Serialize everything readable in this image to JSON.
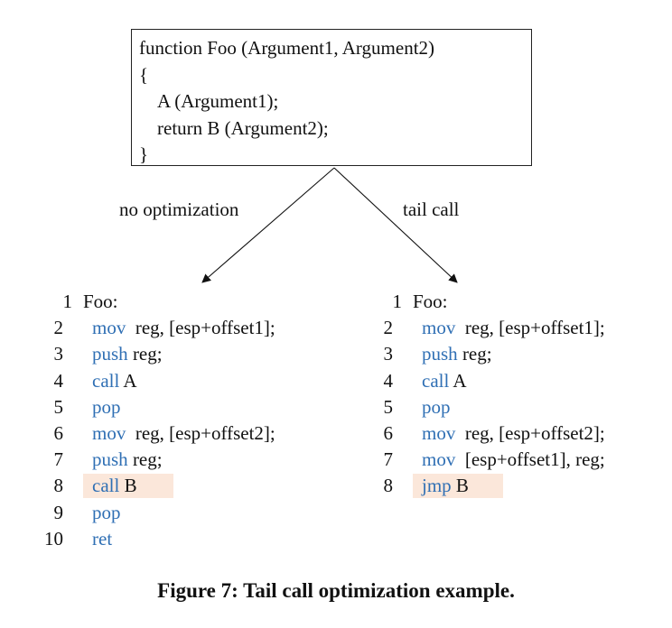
{
  "function_box": {
    "lines": [
      "function Foo (Argument1, Argument2)",
      "{",
      "A (Argument1);",
      "return B (Argument2);",
      "}"
    ]
  },
  "branches": {
    "left_label": "no optimization",
    "right_label": "tail call"
  },
  "listing_left": {
    "rows": [
      {
        "n": "1",
        "kw": "",
        "text": "Foo:",
        "highlight": false
      },
      {
        "n": "2",
        "kw": "mov",
        "text": "  reg, [esp+offset1];",
        "highlight": false
      },
      {
        "n": "3",
        "kw": "push",
        "text": " reg;",
        "highlight": false
      },
      {
        "n": "4",
        "kw": "call",
        "text": " A",
        "highlight": false
      },
      {
        "n": "5",
        "kw": "pop",
        "text": "",
        "highlight": false
      },
      {
        "n": "6",
        "kw": "mov",
        "text": "  reg, [esp+offset2];",
        "highlight": false
      },
      {
        "n": "7",
        "kw": "push",
        "text": " reg;",
        "highlight": false
      },
      {
        "n": "8",
        "kw": "call",
        "text": " B",
        "highlight": true
      },
      {
        "n": "9",
        "kw": "pop",
        "text": "",
        "highlight": false
      },
      {
        "n": "10",
        "kw": "ret",
        "text": "",
        "highlight": false
      }
    ]
  },
  "listing_right": {
    "rows": [
      {
        "n": "1",
        "kw": "",
        "text": "Foo:",
        "highlight": false
      },
      {
        "n": "2",
        "kw": "mov",
        "text": "  reg, [esp+offset1];",
        "highlight": false
      },
      {
        "n": "3",
        "kw": "push",
        "text": " reg;",
        "highlight": false
      },
      {
        "n": "4",
        "kw": "call",
        "text": " A",
        "highlight": false
      },
      {
        "n": "5",
        "kw": "pop",
        "text": "",
        "highlight": false
      },
      {
        "n": "6",
        "kw": "mov",
        "text": "  reg, [esp+offset2];",
        "highlight": false
      },
      {
        "n": "7",
        "kw": "mov",
        "text": "  [esp+offset1], reg;",
        "highlight": false
      },
      {
        "n": "8",
        "kw": "jmp",
        "text": " B",
        "highlight": true
      }
    ]
  },
  "colors": {
    "keyword": "#2f6fb4",
    "highlight": "#fbe7da"
  },
  "caption": "Figure 7: Tail call optimization example."
}
